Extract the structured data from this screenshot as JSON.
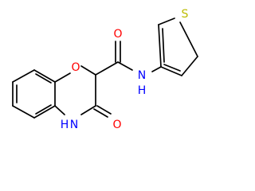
{
  "molecule": {
    "colors": {
      "bond": "#000000",
      "oxygen": "#ff0000",
      "nitrogen": "#0000ff",
      "sulfur": "#bbbb00"
    },
    "atom_labels": {
      "ring_oxygen": "O",
      "amide_oxygen": "O",
      "lactam_oxygen": "O",
      "amide_nitrogen": "N",
      "amide_hydrogen": "H",
      "lactam_hydrogen": "H",
      "lactam_nitrogen": "N",
      "thiophene_sulfur": "S"
    }
  }
}
